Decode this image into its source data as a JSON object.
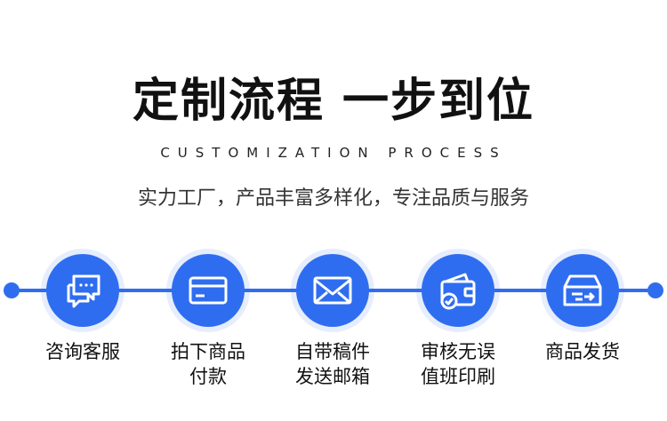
{
  "header": {
    "title": "定制流程 一步到位",
    "subtitle_en": "CUSTOMIZATION PROCESS",
    "tagline": "实力工厂，产品丰富多样化，专注品质与服务"
  },
  "steps": [
    {
      "icon": "chat-bubbles-icon",
      "line1": "咨询客服",
      "line2": ""
    },
    {
      "icon": "credit-card-icon",
      "line1": "拍下商品",
      "line2": "付款"
    },
    {
      "icon": "envelope-icon",
      "line1": "自带稿件",
      "line2": "发送邮箱"
    },
    {
      "icon": "wallet-check-icon",
      "line1": "审核无误",
      "line2": "值班印刷"
    },
    {
      "icon": "delivery-box-icon",
      "line1": "商品发货",
      "line2": ""
    }
  ],
  "colors": {
    "accent": "#2f6df0"
  }
}
